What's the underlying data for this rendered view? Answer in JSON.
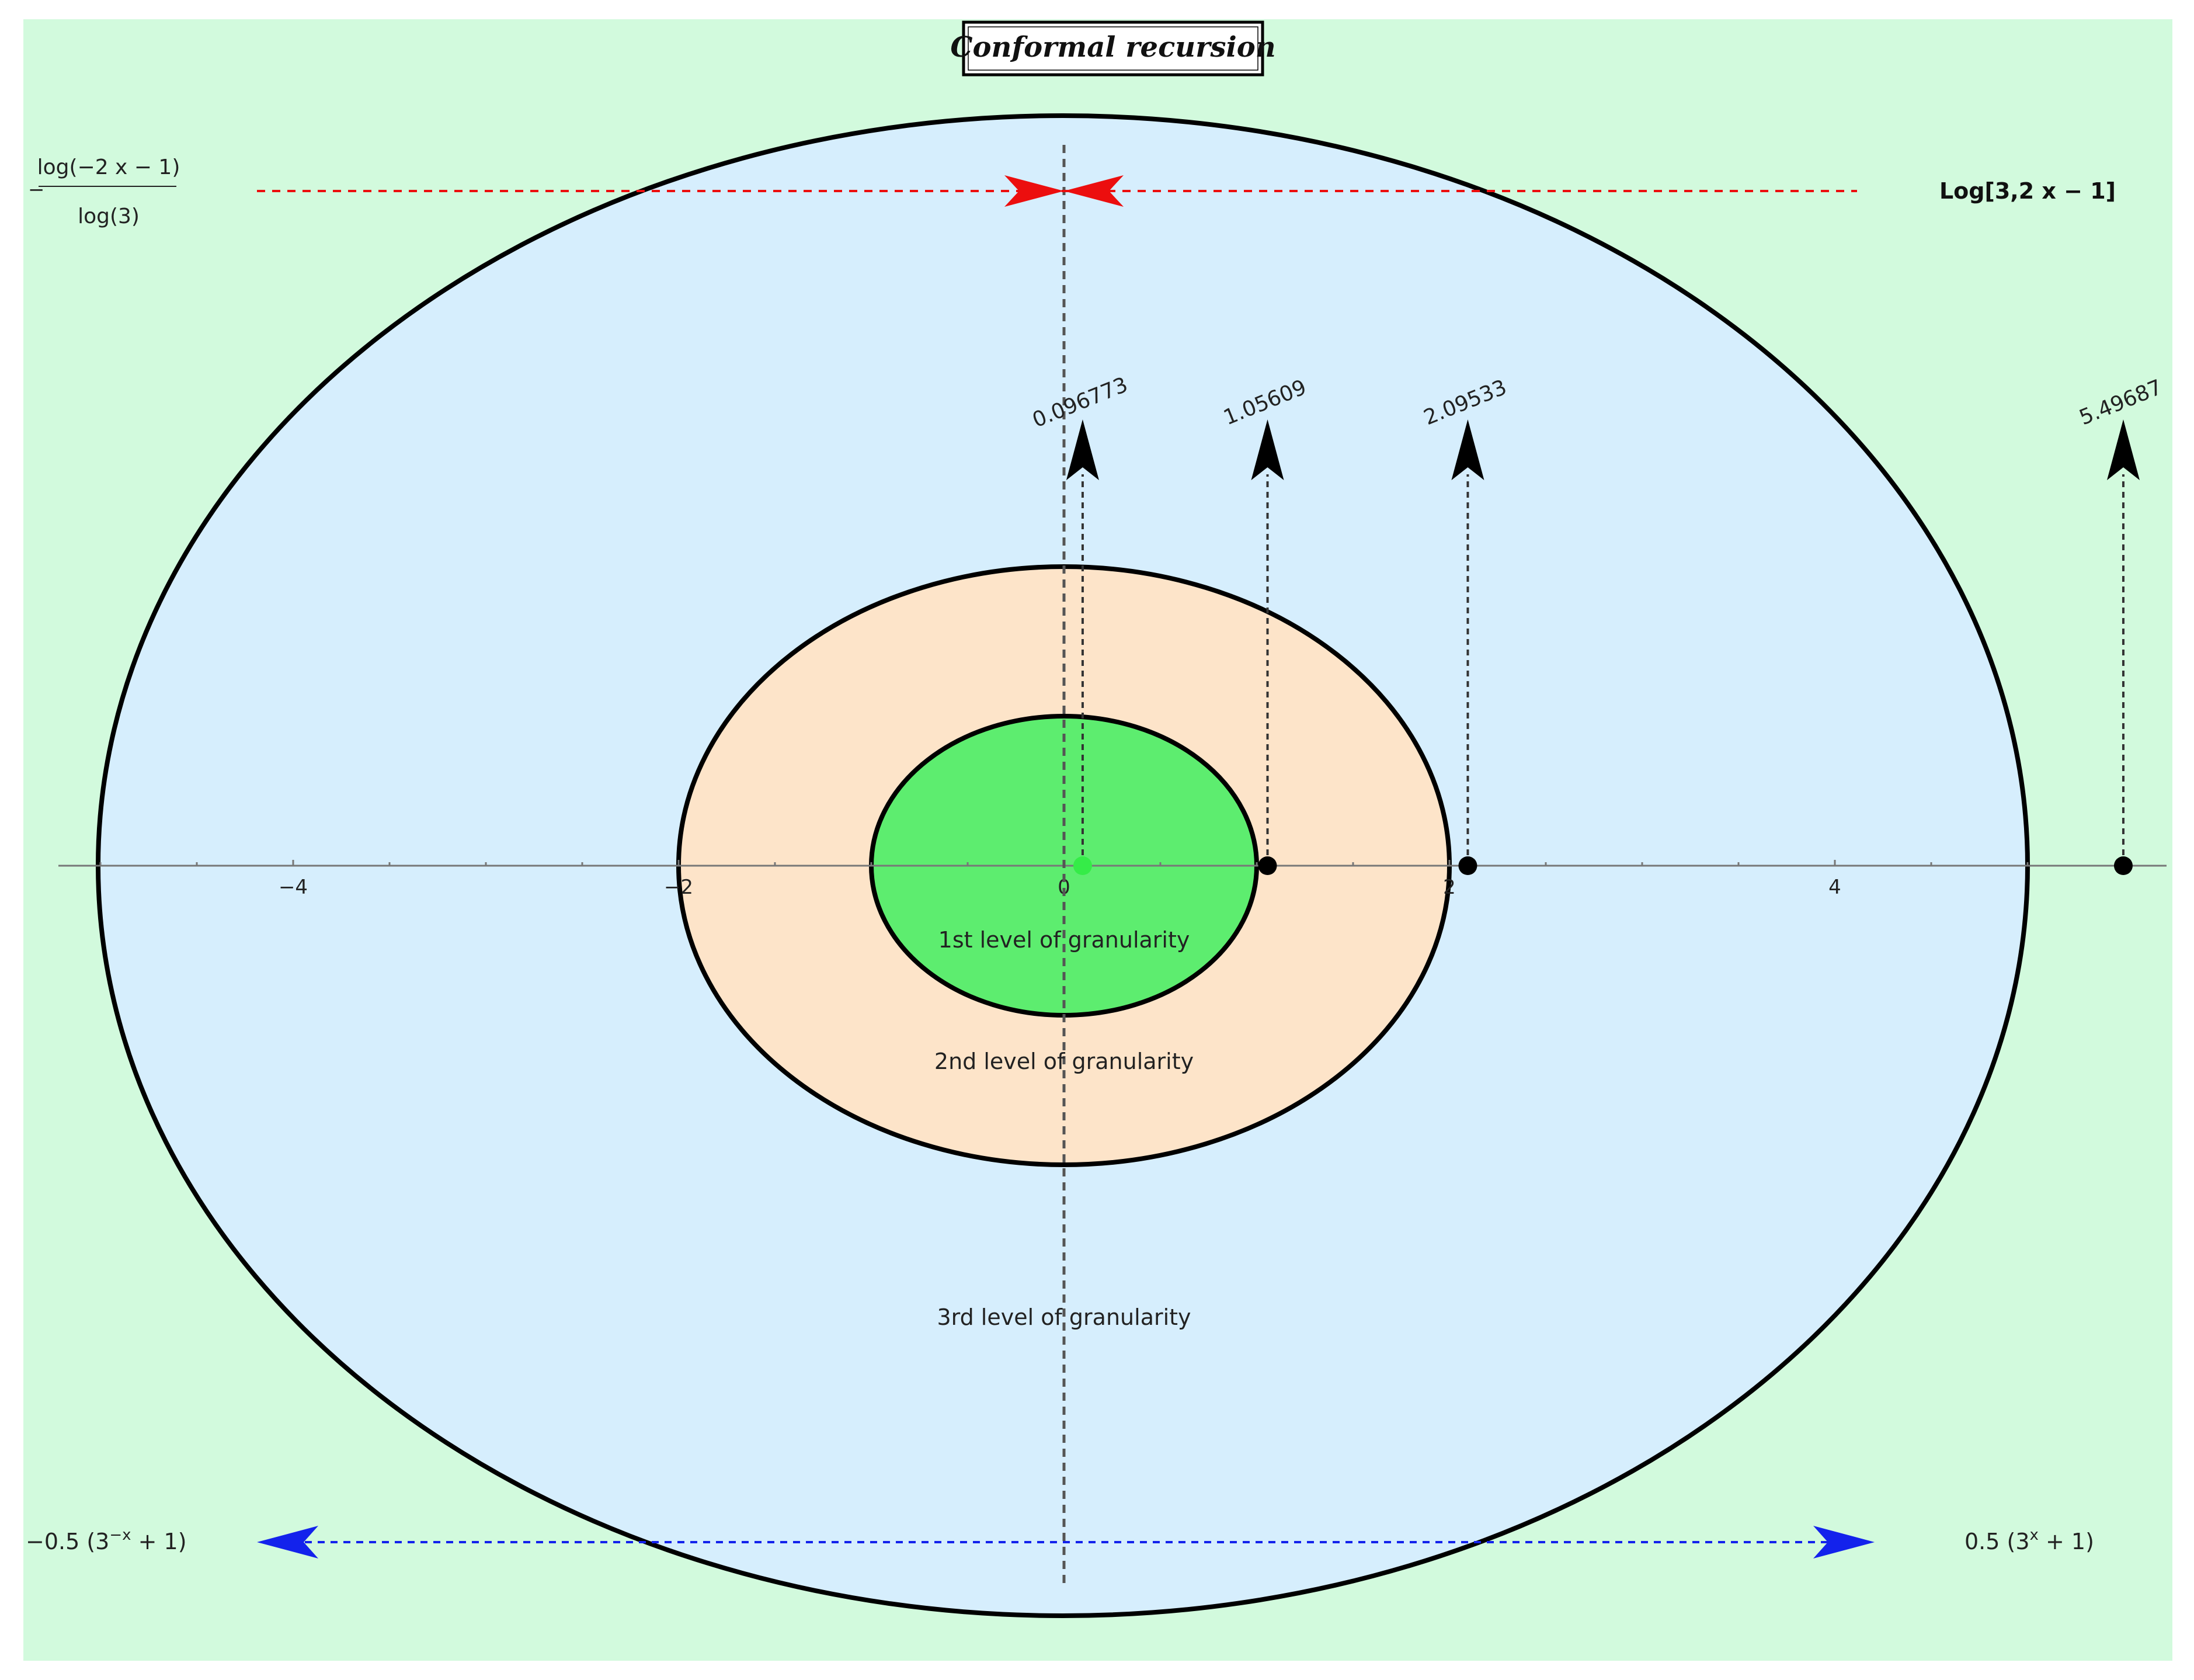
{
  "title": "Conformal recursion",
  "labels": {
    "top_left_numerator": "log(−2 x − 1)",
    "top_left_denominator": "log(3)",
    "top_right": "Log[3,2 x − 1]",
    "bottom_left_prefix": "−0.5 (3",
    "bottom_left_exp": "−x",
    "bottom_left_suffix": " + 1)",
    "bottom_right_prefix": "0.5 (3",
    "bottom_right_exp": "x",
    "bottom_right_suffix": " + 1)"
  },
  "levels": [
    {
      "label": "1st level of granularity",
      "color": "#5ded6f"
    },
    {
      "label": "2nd level of granularity",
      "color": "#fde4c9"
    },
    {
      "label": "3rd level of granularity",
      "color": "#d6eefd"
    }
  ],
  "axis": {
    "ticks": [
      "−4",
      "−2",
      "0",
      "2",
      "4"
    ]
  },
  "points": [
    {
      "x": 0.096773,
      "label": "0.096773",
      "color": "#35ec48"
    },
    {
      "x": 1.05609,
      "label": "1.05609",
      "color": "#000000"
    },
    {
      "x": 2.09533,
      "label": "2.09533",
      "color": "#000000"
    },
    {
      "x": 5.49687,
      "label": "5.49687",
      "color": "#000000"
    }
  ],
  "colors": {
    "background": "#d2fadd",
    "red_arrows": "#ec0e0e",
    "blue_arrows": "#1322ec",
    "outline": "#000000"
  }
}
